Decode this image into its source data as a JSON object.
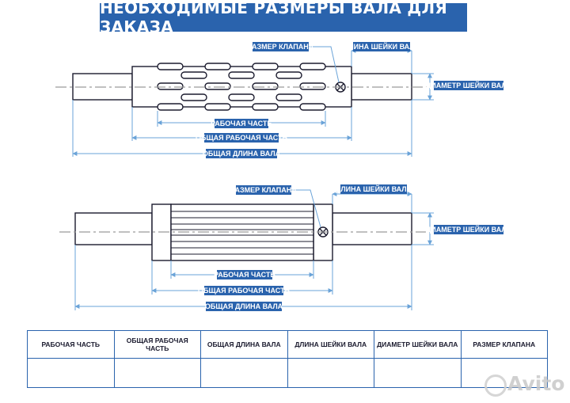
{
  "title": "НЕОБХОДИМЫЕ РАЗМЕРЫ ВАЛА ДЛЯ ЗАКАЗА",
  "colors": {
    "accent": "#2a63ad",
    "outline": "#1b1b2e",
    "leader": "#6aa3d8",
    "centerline": "#9a9a9a"
  },
  "diagram1": {
    "valve_size": "РАЗМЕР КЛАПАНА",
    "journal_length": "ДЛИНА ШЕЙКИ ВАЛА",
    "journal_diameter": "ДИАМЕТР ШЕЙКИ ВАЛА",
    "working_part": "РАБОЧАЯ ЧАСТЬ",
    "total_working_part": "ОБЩАЯ РАБОЧАЯ ЧАСТЬ",
    "total_shaft_length": "ОБЩАЯ ДЛИНА ВАЛА"
  },
  "diagram2": {
    "valve_size": "РАЗМЕР КЛАПАНА",
    "journal_length": "ДЛИНА ШЕЙКИ ВАЛА",
    "journal_diameter": "ДИАМЕТР ШЕЙКИ ВАЛА",
    "working_part": "РАБОЧАЯ ЧАСТЬ",
    "total_working_part": "ОБЩАЯ РАБОЧАЯ ЧАСТЬ",
    "total_shaft_length": "ОБЩАЯ ДЛИНА ВАЛА"
  },
  "table": {
    "headers": [
      "РАБОЧАЯ ЧАСТЬ",
      "ОБЩАЯ РАБОЧАЯ ЧАСТЬ",
      "ОБЩАЯ ДЛИНА ВАЛА",
      "ДЛИНА ШЕЙКИ ВАЛА",
      "ДИАМЕТР ШЕЙКИ ВАЛА",
      "РАЗМЕР КЛАПАНА"
    ],
    "cells": [
      "",
      "",
      "",
      "",
      "",
      ""
    ]
  },
  "watermark": "Avito"
}
